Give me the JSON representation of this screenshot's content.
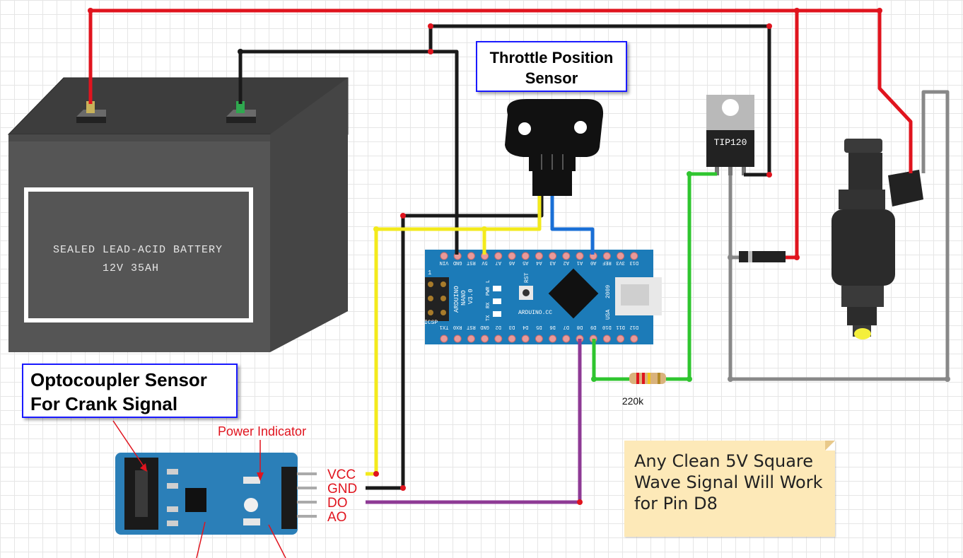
{
  "labels": {
    "tps_line1": "Throttle Position",
    "tps_line2": "Sensor",
    "opto_line1": "Optocoupler Sensor",
    "opto_line2": "For Crank Signal",
    "note": "Any Clean 5V Square Wave Signal Will Work for Pin D8",
    "resistor": "220k",
    "power_indicator": "Power Indicator"
  },
  "battery": {
    "line1": "SEALED LEAD-ACID BATTERY",
    "line2": "12V 35AH"
  },
  "transistor": {
    "label": "TIP120"
  },
  "opto_pins": [
    "VCC",
    "GND",
    "DO",
    "AO"
  ],
  "nano": {
    "top_pins": [
      "D12",
      "D11",
      "D10",
      "D9",
      "D8",
      "D7",
      "D6",
      "D5",
      "D4",
      "D3",
      "D2",
      "GND",
      "RST",
      "RX0",
      "TX1"
    ],
    "bottom_pins": [
      "D13",
      "3V3",
      "REF",
      "A0",
      "A1",
      "A2",
      "A3",
      "A4",
      "A5",
      "A6",
      "A7",
      "5V",
      "RST",
      "GND",
      "VIN"
    ],
    "name_line1": "ARDUINO",
    "name_line2": "NANO",
    "name_line3": "V3.0",
    "site": "ARDUINO.CC",
    "year": "2009",
    "country": "USA",
    "icsp": "ICSP",
    "rst": "RST",
    "pwr": "PWR",
    "l": "L",
    "tx": "TX",
    "rx": "RX",
    "one": "1"
  },
  "colors": {
    "red_wire": "#e0141e",
    "black_wire": "#1a1a1a",
    "yellow_wire": "#f3ea1c",
    "blue_wire": "#1a6fd6",
    "green_wire": "#2fc52f",
    "purple_wire": "#8e3a95",
    "gray_wire": "#888888",
    "board_blue": "#1c7bb8",
    "label_border": "#1a1aff"
  }
}
